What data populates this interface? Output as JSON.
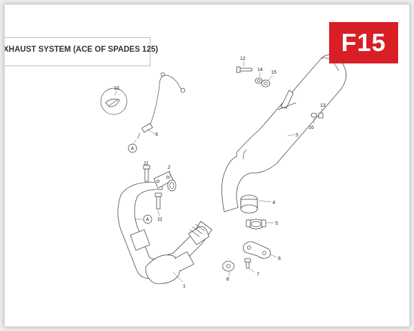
{
  "header": {
    "title": "XHAUST SYSTEM (ACE OF SPADES 125)",
    "badge": "F15",
    "badge_color": "#d81f26"
  },
  "callouts": {
    "n1": "1",
    "n2": "2",
    "n3": "3",
    "n4": "4",
    "n5": "5",
    "n6": "6",
    "n7": "7",
    "n8": "8",
    "n9": "9",
    "n10": "10",
    "n11a": "11",
    "n11b": "11",
    "n12": "12",
    "n13": "13",
    "n14": "14",
    "n15": "15",
    "n16": "16"
  },
  "refs": {
    "a_sensor": "A",
    "a_pipe": "A"
  }
}
